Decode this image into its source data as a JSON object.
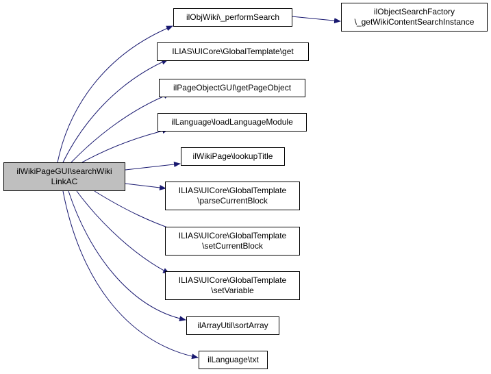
{
  "colors": {
    "edge": "#191970",
    "root_fill": "#bfbfbf",
    "node_fill": "#ffffff",
    "border": "#000000"
  },
  "nodes": {
    "root": {
      "line1": "ilWikiPageGUI\\searchWiki",
      "line2": "LinkAC"
    },
    "perform_search": {
      "line1": "ilObjWiki\\_performSearch"
    },
    "search_factory": {
      "line1": "ilObjectSearchFactory",
      "line2": "\\_getWikiContentSearchInstance"
    },
    "template_get": {
      "line1": "ILIAS\\UICore\\GlobalTemplate\\get"
    },
    "get_page_object": {
      "line1": "ilPageObjectGUI\\getPageObject"
    },
    "load_language_module": {
      "line1": "ilLanguage\\loadLanguageModule"
    },
    "lookup_title": {
      "line1": "ilWikiPage\\lookupTitle"
    },
    "parse_current_block": {
      "line1": "ILIAS\\UICore\\GlobalTemplate",
      "line2": "\\parseCurrentBlock"
    },
    "set_current_block": {
      "line1": "ILIAS\\UICore\\GlobalTemplate",
      "line2": "\\setCurrentBlock"
    },
    "set_variable": {
      "line1": "ILIAS\\UICore\\GlobalTemplate",
      "line2": "\\setVariable"
    },
    "sort_array": {
      "line1": "ilArrayUtil\\sortArray"
    },
    "txt": {
      "line1": "ilLanguage\\txt"
    }
  }
}
